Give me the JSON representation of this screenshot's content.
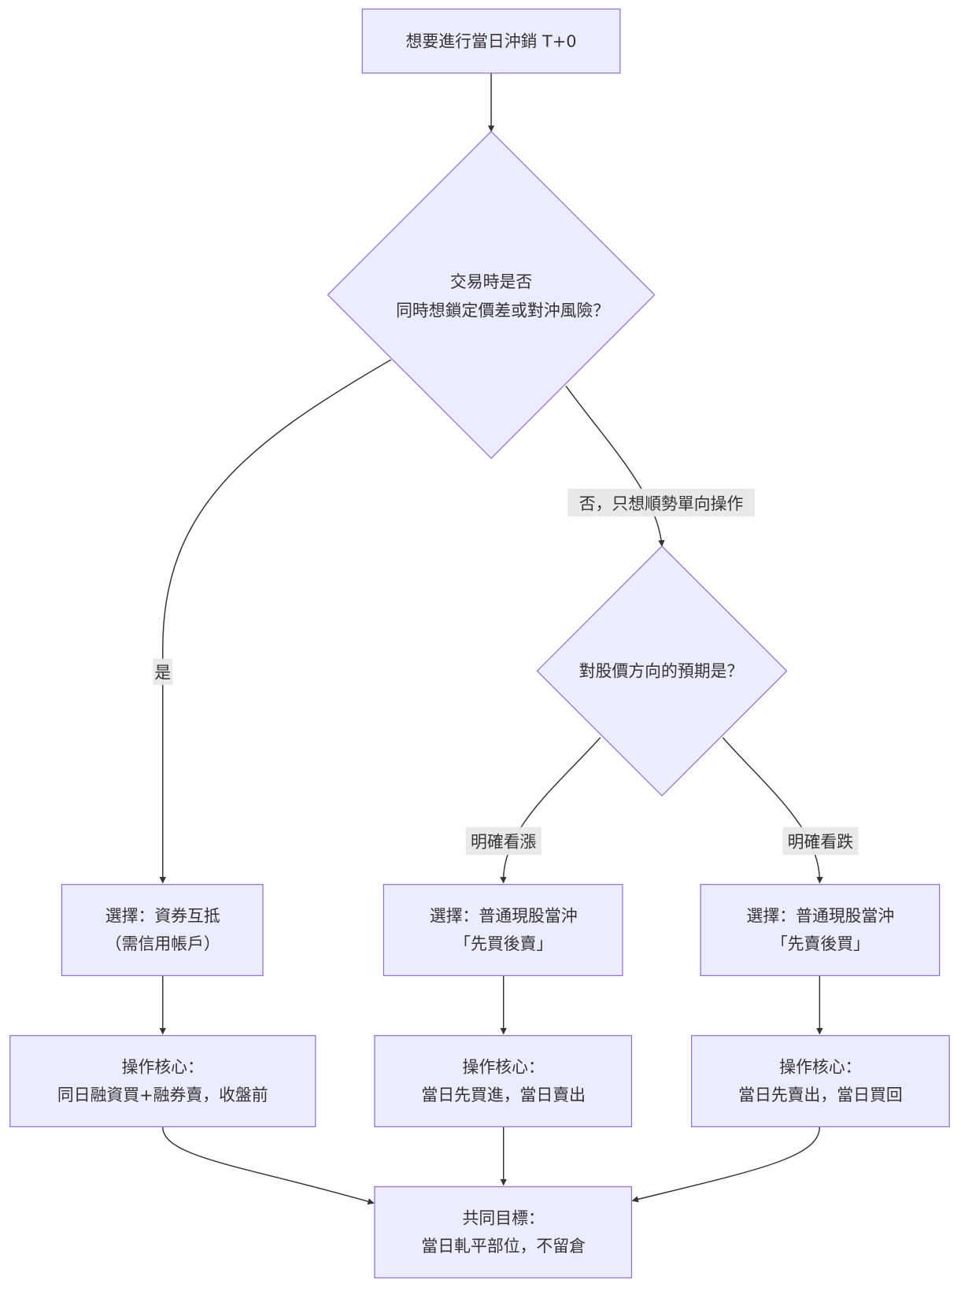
{
  "colors": {
    "node_fill": "#ECECFF",
    "node_stroke": "#9370DB",
    "edge": "#333333",
    "label_bg": "#e8e8e8",
    "text": "#333333"
  },
  "nodes": {
    "start": {
      "lines": [
        "想要進行當日沖銷 T+0"
      ]
    },
    "decision_hedge": {
      "lines": [
        "交易時是否",
        "同時想鎖定價差或對沖風險？"
      ]
    },
    "decision_direction": {
      "lines": [
        "對股價方向的預期是？"
      ]
    },
    "choice_margin_swap": {
      "lines": [
        "選擇：資券互抵",
        "（需信用帳戶）"
      ]
    },
    "choice_buy_first": {
      "lines": [
        "選擇：普通現股當沖",
        "「先買後賣」"
      ]
    },
    "choice_sell_first": {
      "lines": [
        "選擇：普通現股當沖",
        "「先賣後買」"
      ]
    },
    "core_margin_swap": {
      "lines": [
        "操作核心：",
        "同日融資買+融券賣，收盤前"
      ]
    },
    "core_buy_first": {
      "lines": [
        "操作核心：",
        "當日先買進，當日賣出"
      ]
    },
    "core_sell_first": {
      "lines": [
        "操作核心：",
        "當日先賣出，當日買回"
      ]
    },
    "goal": {
      "lines": [
        "共同目標：",
        "當日軋平部位，不留倉"
      ]
    }
  },
  "edge_labels": {
    "yes": "是",
    "no_one_way": "否，只想順勢單向操作",
    "bullish": "明確看漲",
    "bearish": "明確看跌"
  }
}
